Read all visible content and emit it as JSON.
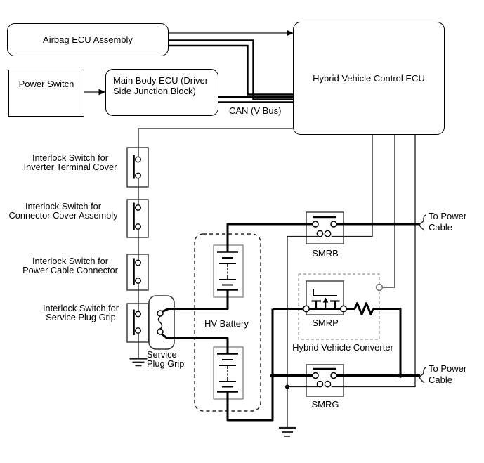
{
  "boxes": {
    "airbag_ecu": {
      "label": "Airbag ECU Assembly"
    },
    "power_switch": {
      "label": "Power Switch"
    },
    "main_body_ecu": {
      "line1": "Main Body ECU (Driver",
      "line2": "Side Junction Block)"
    },
    "hv_ecu": {
      "label": "Hybrid Vehicle Control ECU"
    }
  },
  "labels": {
    "can_bus": "CAN (V Bus)",
    "interlock_inverter": {
      "line1": "Interlock Switch for",
      "line2": "Inverter Terminal Cover"
    },
    "interlock_connector": {
      "line1": "Interlock Switch for",
      "line2": "Connector Cover Assembly"
    },
    "interlock_power_cable": {
      "line1": "Interlock Switch for",
      "line2": "Power Cable Connector"
    },
    "interlock_service_plug": {
      "line1": "Interlock Switch for",
      "line2": "Service Plug Grip"
    },
    "service_plug_grip": {
      "line1": "Service",
      "line2": "Plug Grip"
    },
    "hv_battery": "HV Battery",
    "smrb": "SMRB",
    "smrp": "SMRP",
    "smrg": "SMRG",
    "hybrid_converter": "Hybrid Vehicle Converter",
    "to_power_cable": {
      "line1": "To Power",
      "line2": "Cable"
    }
  },
  "colors": {
    "line": "#000000",
    "background": "#ffffff"
  }
}
